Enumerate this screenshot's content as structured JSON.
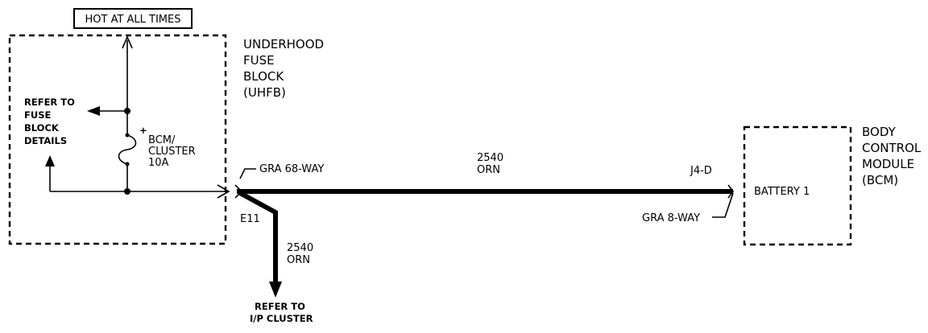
{
  "hot_label": "HOT AT ALL TIMES",
  "uhfb": {
    "line1": "UNDERHOOD",
    "line2": "FUSE",
    "line3": "BLOCK",
    "line4": "(UHFB)"
  },
  "refer_fuse": {
    "line1": "REFER TO",
    "line2": "FUSE",
    "line3": "BLOCK",
    "line4": "DETAILS"
  },
  "fuse": {
    "plus": "+",
    "line1": "BCM/",
    "line2": "CLUSTER",
    "line3": "10A"
  },
  "connector_left": "GRA 68-WAY",
  "splice": "E11",
  "wire_main": {
    "circuit": "2540",
    "color": "ORN"
  },
  "wire_branch": {
    "circuit": "2540",
    "color": "ORN"
  },
  "refer_cluster": {
    "line1": "REFER TO",
    "line2": "I/P CLUSTER"
  },
  "pin": "J4-D",
  "connector_right": "GRA 8-WAY",
  "bcm": {
    "line1": "BODY",
    "line2": "CONTROL",
    "line3": "MODULE",
    "line4": "(BCM)",
    "terminal": "BATTERY 1"
  },
  "colors": {
    "ink": "#000000",
    "background": "#ffffff"
  }
}
